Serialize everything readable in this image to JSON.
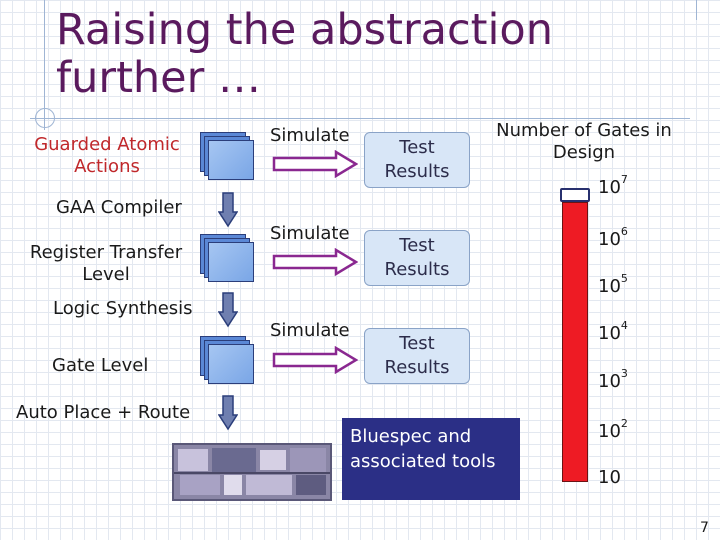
{
  "slide": {
    "title": "Raising the abstraction further …",
    "page_number": "7"
  },
  "levels": {
    "gaa_label": "Guarded Atomic Actions",
    "gaa_compiler": "GAA Compiler",
    "rtl_label": "Register Transfer Level",
    "logic_synthesis": "Logic Synthesis",
    "gate_level": "Gate Level",
    "auto_place_route": "Auto Place + Route"
  },
  "simulation": {
    "simulate_label": "Simulate",
    "test_results_label": "Test Results"
  },
  "gates_chart": {
    "heading": "Number of Gates in Design",
    "ticks": [
      {
        "base": "10",
        "exp": "7"
      },
      {
        "base": "10",
        "exp": "6"
      },
      {
        "base": "10",
        "exp": "5"
      },
      {
        "base": "10",
        "exp": "4"
      },
      {
        "base": "10",
        "exp": "3"
      },
      {
        "base": "10",
        "exp": "2"
      },
      {
        "base": "10",
        "exp": ""
      }
    ]
  },
  "tools_box": {
    "text": "Bluespec and associated tools"
  },
  "colors": {
    "title": "#5a1a5e",
    "gaa_label": "#c0282b",
    "thermometer_fill": "#ee1b24",
    "tools_box_bg": "#2b2f86"
  }
}
